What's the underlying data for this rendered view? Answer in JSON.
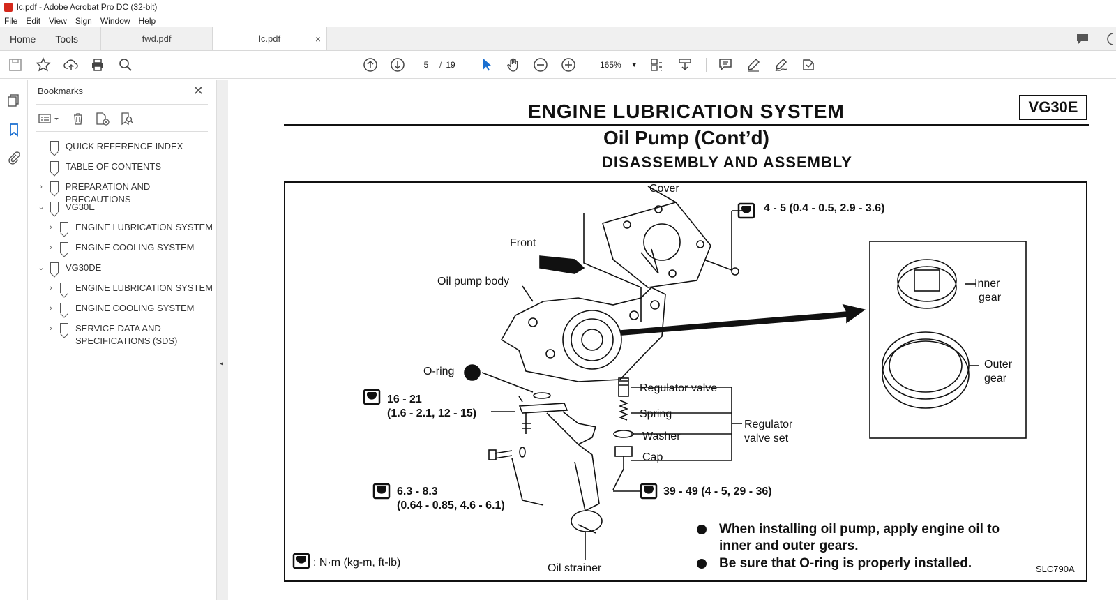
{
  "window": {
    "title": "lc.pdf - Adobe Acrobat Pro DC (32-bit)"
  },
  "menu": [
    "File",
    "Edit",
    "View",
    "Sign",
    "Window",
    "Help"
  ],
  "tabs": {
    "home": "Home",
    "tools": "Tools",
    "doc1": "fwd.pdf",
    "doc2": "lc.pdf",
    "close": "×"
  },
  "toolbar": {
    "page_current": "5",
    "page_sep": "/",
    "page_total": "19",
    "zoom": "165%"
  },
  "bookmarks": {
    "header": "Bookmarks",
    "close": "✕",
    "items": [
      {
        "label": "QUICK REFERENCE INDEX",
        "level": 0,
        "chevron": ""
      },
      {
        "label": "TABLE OF CONTENTS",
        "level": 0,
        "chevron": ""
      },
      {
        "label": "PREPARATION AND PRECAUTIONS",
        "level": 0,
        "chevron": "›"
      },
      {
        "label": "VG30E",
        "level": 0,
        "chevron": "⌄"
      },
      {
        "label": "ENGINE LUBRICATION SYSTEM",
        "level": 1,
        "chevron": "›"
      },
      {
        "label": "ENGINE COOLING SYSTEM",
        "level": 1,
        "chevron": "›"
      },
      {
        "label": "VG30DE",
        "level": 0,
        "chevron": "⌄"
      },
      {
        "label": "ENGINE LUBRICATION SYSTEM",
        "level": 1,
        "chevron": "›"
      },
      {
        "label": "ENGINE COOLING SYSTEM",
        "level": 1,
        "chevron": "›"
      },
      {
        "label": "SERVICE DATA AND",
        "label2": "SPECIFICATIONS (SDS)",
        "level": 1,
        "chevron": "›"
      }
    ]
  },
  "collapse": "◂",
  "document": {
    "title": "ENGINE LUBRICATION SYSTEM",
    "badge": "VG30E",
    "subtitle": "Oil Pump (Cont’d)",
    "section": "DISASSEMBLY AND ASSEMBLY",
    "labels": {
      "cover": "Cover",
      "torque1": "4 - 5 (0.4 - 0.5, 2.9 - 3.6)",
      "front": "Front",
      "oil_pump_body": "Oil pump body",
      "inner_gear_1": "Inner",
      "inner_gear_2": "gear",
      "outer_gear_1": "Outer",
      "outer_gear_2": "gear",
      "oring": "O-ring",
      "torque2a": "16 - 21",
      "torque2b": "(1.6 - 2.1, 12 - 15)",
      "regulator_valve": "Regulator valve",
      "spring": "Spring",
      "washer": "Washer",
      "cap": "Cap",
      "regulator_set_1": "Regulator",
      "regulator_set_2": "valve set",
      "torque3a": "6.3 - 8.3",
      "torque3b": "(0.64 - 0.85, 4.6 - 6.1)",
      "torque4": "39 - 49 (4 - 5, 29 - 36)",
      "note1a": "When installing oil pump, apply engine oil to",
      "note1b": "inner and outer gears.",
      "note2": "Be sure that O-ring is properly installed.",
      "units": ": N·m (kg-m, ft-lb)",
      "oil_strainer": "Oil strainer",
      "code": "SLC790A"
    }
  }
}
